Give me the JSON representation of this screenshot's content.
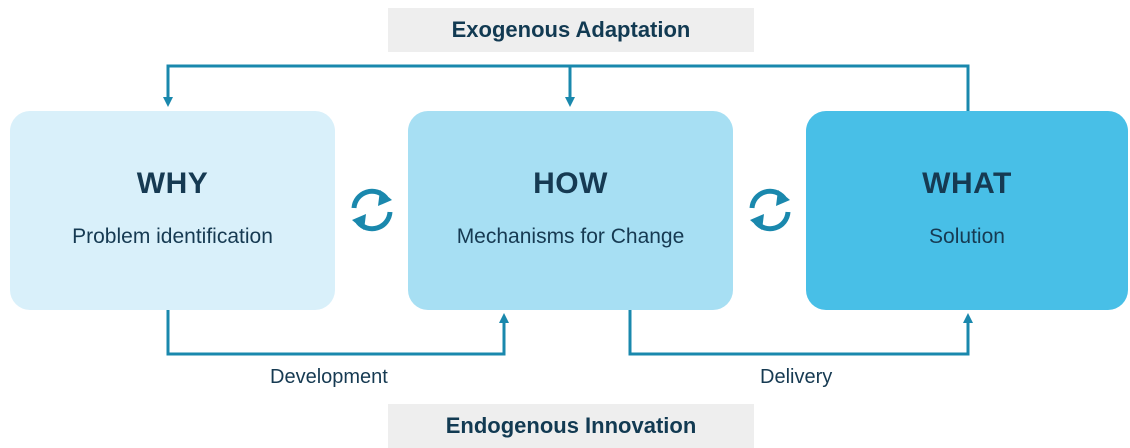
{
  "top_banner": "Exogenous Adaptation",
  "bottom_banner": "Endogenous Innovation",
  "boxes": {
    "why": {
      "heading": "WHY",
      "sub": "Problem identification"
    },
    "how": {
      "heading": "HOW",
      "sub": "Mechanisms for Change"
    },
    "what": {
      "heading": "WHAT",
      "sub": "Solution"
    }
  },
  "links": {
    "development": "Development",
    "delivery": "Delivery"
  },
  "icons": [
    "cycle-arrows-icon",
    "cycle-arrows-icon"
  ],
  "colors": {
    "line": "#1a88ad",
    "why_fill": "#d9f0fa",
    "how_fill": "#a7dff3",
    "what_fill": "#48bfe7",
    "text": "#163a52"
  }
}
